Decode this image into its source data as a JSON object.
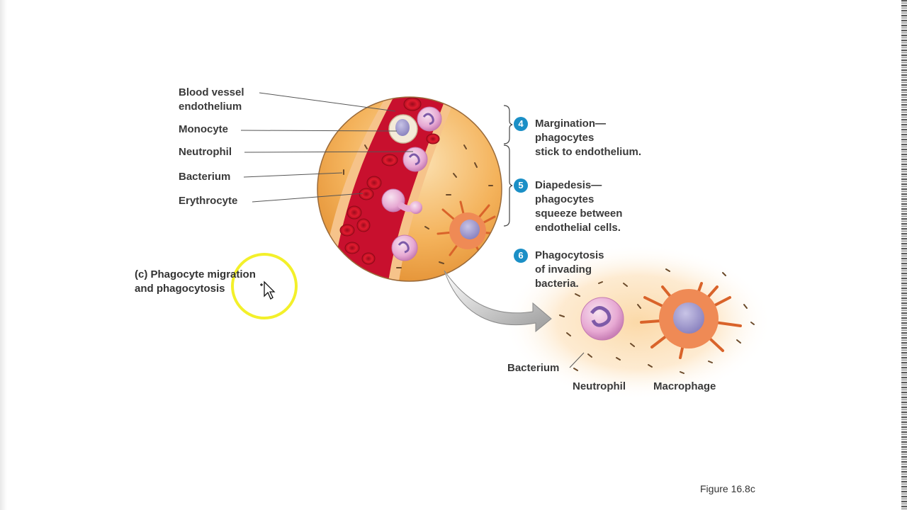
{
  "labels": {
    "blood_vessel": [
      "Blood vessel",
      "endothelium"
    ],
    "monocyte": "Monocyte",
    "neutrophil": "Neutrophil",
    "bacterium": "Bacterium",
    "erythrocyte": "Erythrocyte",
    "bottom_bacterium": "Bacterium",
    "bottom_neutrophil": "Neutrophil",
    "bottom_macrophage": "Macrophage"
  },
  "caption": {
    "letter": "(c)",
    "lines": [
      "Phagocyte migration",
      "and phagocytosis"
    ]
  },
  "steps": [
    {
      "number": "4",
      "lines": [
        "Margination—",
        "phagocytes",
        "stick to endothelium."
      ]
    },
    {
      "number": "5",
      "lines": [
        "Diapedesis—",
        "phagocytes",
        "squeeze between",
        "endothelial cells."
      ]
    },
    {
      "number": "6",
      "lines": [
        "Phagocytosis",
        "of invading",
        "bacteria."
      ]
    }
  ],
  "figure_label": "Figure 16.8c",
  "colors": {
    "badge": "#1b8fc6",
    "vessel_red": "#c8102e",
    "tissue_orange": "#f2a94e",
    "cursor_highlight": "#f3f02a"
  }
}
